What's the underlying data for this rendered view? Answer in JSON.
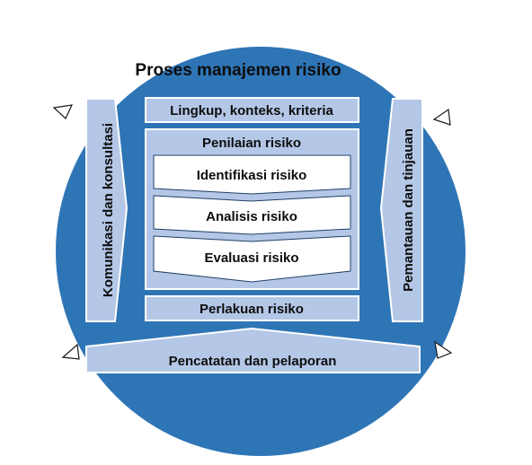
{
  "title": "Proses manajemen risiko",
  "boxes": {
    "scope": "Lingkup, konteks, kriteria",
    "assessment": "Penilaian risiko",
    "identification": "Identifikasi risiko",
    "analysis": "Analisis risiko",
    "evaluation": "Evaluasi risiko",
    "treatment": "Perlakuan risiko",
    "recording": "Pencatatan dan pelaporan",
    "communication": "Komunikasi dan konsultasi",
    "monitoring": "Pemantauan dan tinjauan"
  },
  "colors": {
    "circle": "#2e75b6",
    "panel": "#b4c7e7",
    "outline": "#ffffff",
    "text": "#0d0d0d",
    "step_fill": "#ffffff"
  }
}
